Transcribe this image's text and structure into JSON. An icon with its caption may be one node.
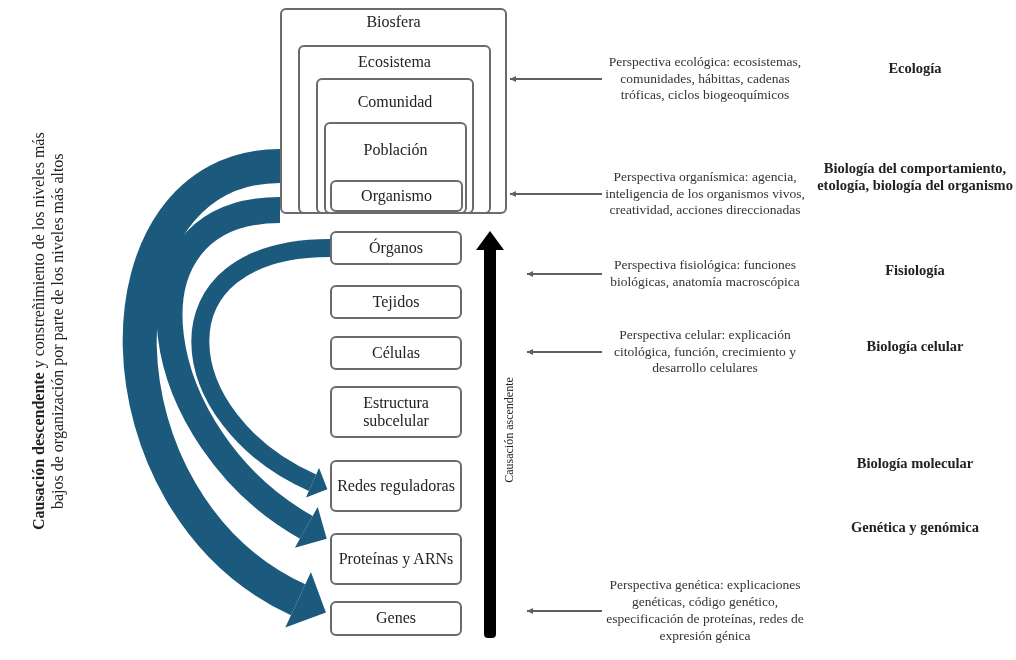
{
  "diagram": {
    "nodes": [
      {
        "text": [
          "Biosfera"
        ]
      },
      {
        "text": [
          "Ecosistema"
        ],
        "in": 0
      },
      {
        "text": [
          "Comunidad"
        ],
        "in": 1
      },
      {
        "text": [
          "Población"
        ],
        "in": 2
      },
      {
        "text": [
          "Organismo"
        ],
        "in": 3
      },
      {
        "text": [
          "Órganos"
        ]
      },
      {
        "text": [
          "Tejidos"
        ]
      },
      {
        "text": [
          "Células"
        ]
      },
      {
        "text": [
          "Estructura subcelular"
        ]
      },
      {
        "text": [
          "Redes reguladoras"
        ]
      },
      {
        "text": [
          "Proteínas y ARNs"
        ]
      },
      {
        "text": [
          "Genes"
        ]
      },
      {
        "text": [
          "Perspectiva ecológica: ecosistemas, comunidades, hábittas, cadenas tróficas, ciclos biogeoquímicos"
        ]
      },
      {
        "text": [
          "Perspectiva organísmica: agencia, inteligencia de los organismos vivos, creatividad, acciones direccionadas"
        ]
      },
      {
        "text": [
          "Perspectiva fisiológica: funciones biológicas, anatomía macroscópica"
        ]
      },
      {
        "text": [
          "Perspectiva celular: explicación citológica, función, crecimiento y desarrollo celulares"
        ]
      },
      {
        "text": [
          "Perspectiva genética: explicaciones genéticas, código genético, especificación de proteínas, redes de expresión génica"
        ]
      }
    ],
    "edges": [
      {
        "from": 0,
        "to": 11,
        "arrow": "to",
        "style": "thick",
        "color": "#1b5a7c"
      },
      {
        "from": 0,
        "to": 10,
        "arrow": "to",
        "style": "thick",
        "color": "#1b5a7c"
      },
      {
        "from": 5,
        "to": 9,
        "arrow": "to",
        "style": "thick",
        "color": "#1b5a7c"
      },
      {
        "from": 12,
        "to": 0,
        "arrow": "to"
      },
      {
        "from": 13,
        "to": 0,
        "arrow": "to"
      },
      {
        "from": 14,
        "to": null,
        "arrow": "to"
      },
      {
        "from": 15,
        "to": null,
        "arrow": "to"
      },
      {
        "from": 16,
        "to": null,
        "arrow": "to"
      }
    ],
    "labels": [
      "Ecología",
      "Biología del comportamiento, etología, biología del organismo",
      "Fisiología",
      "Biología celular",
      "Biología molecular",
      "Genética y genómica",
      "Causación ascendente",
      "**Causación descendente** y constreñimiento de los niveles más bajos de organización por parte de los niveles más altos"
    ]
  }
}
